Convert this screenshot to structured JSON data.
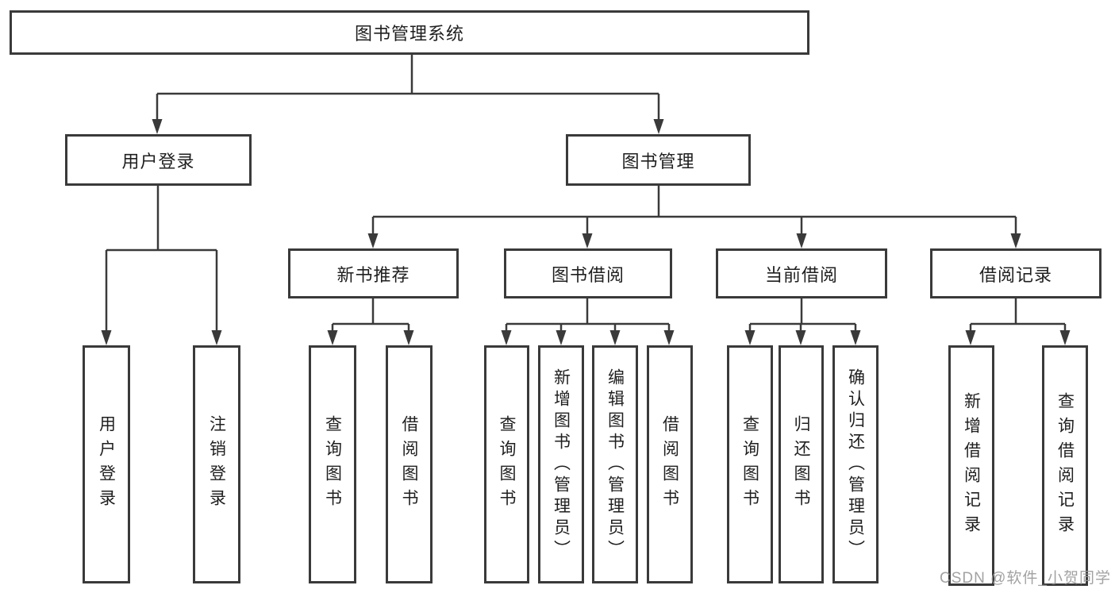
{
  "diagram": {
    "title": "图书管理系统",
    "nodes": {
      "root": {
        "label": "图书管理系统"
      },
      "user_login": {
        "label": "用户登录"
      },
      "book_mgmt": {
        "label": "图书管理"
      },
      "new_books": {
        "label": "新书推荐"
      },
      "book_borrow": {
        "label": "图书借阅"
      },
      "current_borrow": {
        "label": "当前借阅"
      },
      "borrow_records": {
        "label": "借阅记录"
      },
      "leaf_user_login": {
        "label": "用户登录"
      },
      "leaf_logout": {
        "label": "注销登录"
      },
      "leaf_query_books_recommend": {
        "label": "查询图书"
      },
      "leaf_borrow_books_recommend": {
        "label": "借阅图书"
      },
      "leaf_query_books_borrow": {
        "label": "查询图书"
      },
      "leaf_add_books_admin": {
        "label": "新增图书（管理员）"
      },
      "leaf_edit_books_admin": {
        "label": "编辑图书（管理员）"
      },
      "leaf_borrow_books_borrow": {
        "label": "借阅图书"
      },
      "leaf_query_books_current": {
        "label": "查询图书"
      },
      "leaf_return_books": {
        "label": "归还图书"
      },
      "leaf_confirm_return_admin": {
        "label": "确认归还（管理员）"
      },
      "leaf_add_borrow_record": {
        "label": "新增借阅记录"
      },
      "leaf_query_borrow_record": {
        "label": "查询借阅记录"
      }
    },
    "colors": {
      "line": "#3a3a3a",
      "text": "#1f1f1f",
      "background": "#ffffff",
      "watermark": "#989898"
    },
    "watermark": "CSDN @软件_小贺同学"
  }
}
